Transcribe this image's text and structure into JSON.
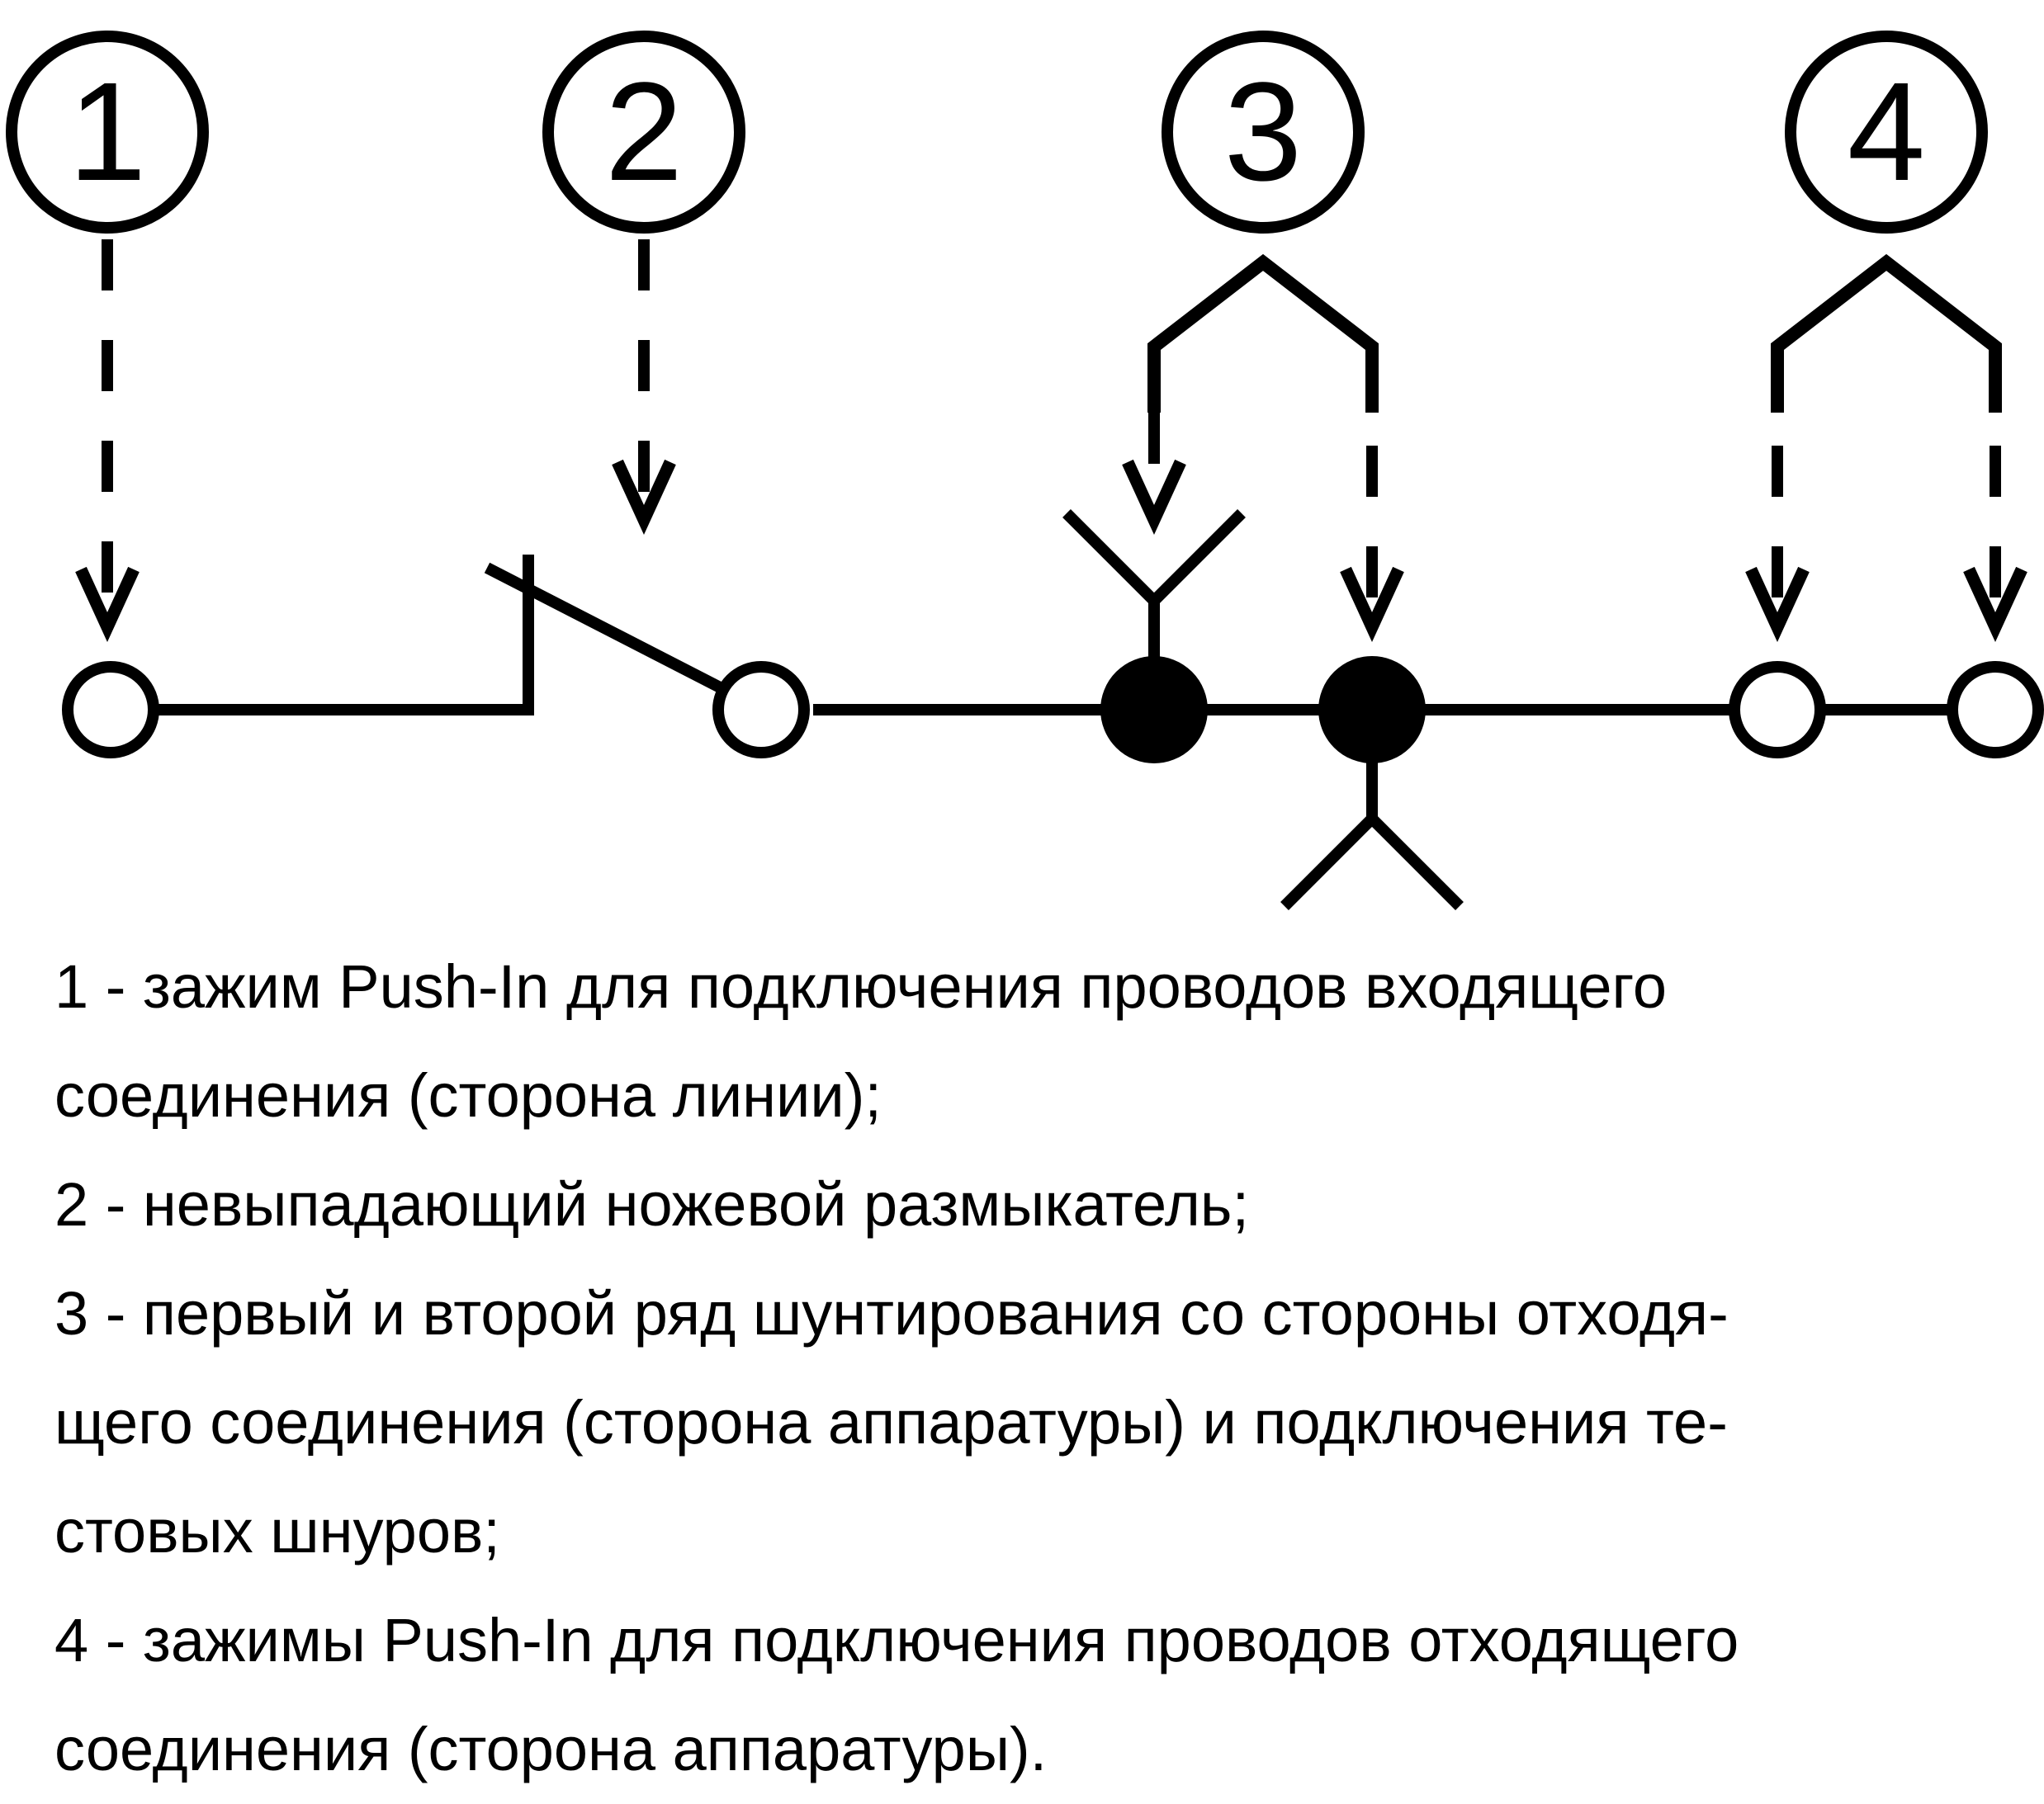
{
  "callouts": [
    {
      "id": "1",
      "label": "1"
    },
    {
      "id": "2",
      "label": "2"
    },
    {
      "id": "3",
      "label": "3"
    },
    {
      "id": "4",
      "label": "4"
    }
  ],
  "legend": [
    {
      "lines": [
        "1 - зажим Push-In для подключения проводов входящего",
        "соединения (сторона линии);"
      ]
    },
    {
      "lines": [
        "2 - невыпадающий ножевой размыкатель;"
      ]
    },
    {
      "lines": [
        "3 - первый и второй ряд шунтирования со стороны отходя-",
        "щего соединения (сторона аппаратуры) и подключения те-",
        "стовых шнуров;"
      ]
    },
    {
      "lines": [
        "4 - зажимы Push-In для подключения проводов отходящего",
        "соединения (сторона аппаратуры)."
      ]
    }
  ],
  "colors": {
    "stroke": "#000000",
    "background": "#ffffff"
  }
}
